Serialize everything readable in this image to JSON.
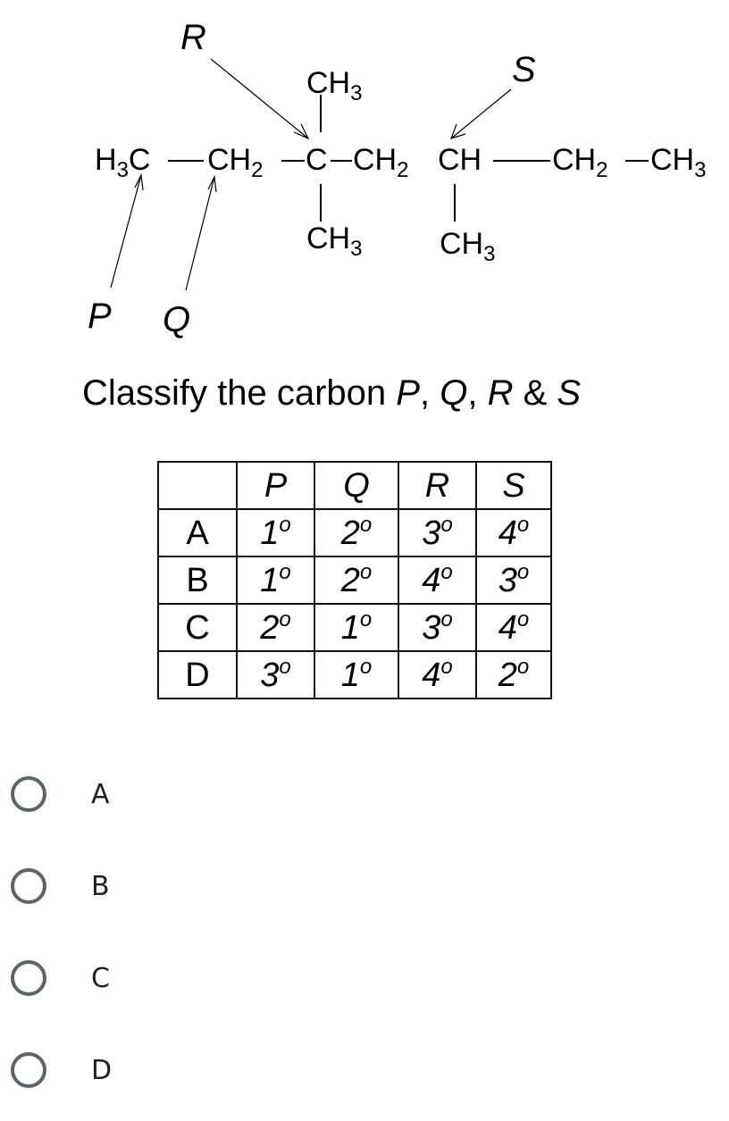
{
  "structure": {
    "labels": {
      "P": "P",
      "Q": "Q",
      "R": "R",
      "S": "S"
    },
    "main_chain": [
      "H3C",
      "CH2",
      "C",
      "CH2",
      "CH",
      "CH2",
      "CH3"
    ],
    "substituents": {
      "C_top": "CH3",
      "C_bottom": "CH3",
      "CH_bottom": "CH3"
    }
  },
  "question": {
    "prefix": "Classify the carbon ",
    "P": "P",
    "sep1": ", ",
    "Q": "Q",
    "sep2": ", ",
    "R": "R",
    "amp": " & ",
    "S": "S"
  },
  "table": {
    "headers": [
      "",
      "P",
      "Q",
      "R",
      "S"
    ],
    "rows": [
      {
        "label": "A",
        "values": [
          "1",
          "2",
          "3",
          "4"
        ]
      },
      {
        "label": "B",
        "values": [
          "1",
          "2",
          "4",
          "3"
        ]
      },
      {
        "label": "C",
        "values": [
          "2",
          "1",
          "3",
          "4"
        ]
      },
      {
        "label": "D",
        "values": [
          "3",
          "1",
          "4",
          "2"
        ]
      }
    ],
    "degree_symbol": "o"
  },
  "options": [
    {
      "label": "A",
      "selected": false
    },
    {
      "label": "B",
      "selected": false
    },
    {
      "label": "C",
      "selected": false
    },
    {
      "label": "D",
      "selected": false
    }
  ],
  "colors": {
    "radio_border": "#5f6368",
    "option_text": "#202124"
  }
}
